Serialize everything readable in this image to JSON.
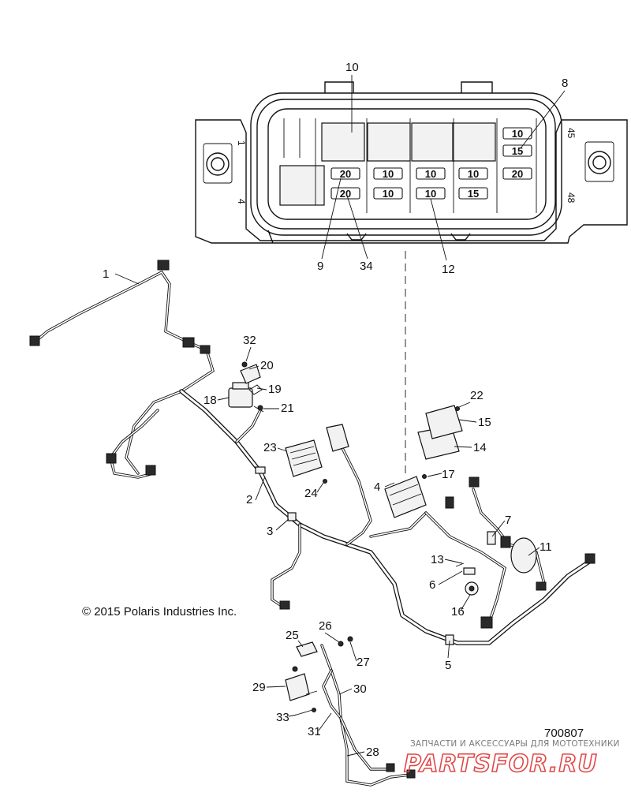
{
  "copyright": "© 2015 Polaris Industries Inc.",
  "diagram_number": "700807",
  "watermark": {
    "tagline": "ЗАПЧАСТИ И АКСЕССУАРЫ ДЛЯ МОТОТЕХНИКИ",
    "logo_text": "PARTSFOR.RU",
    "color": "#e04848"
  },
  "fuse_box": {
    "side_labels": [
      "1",
      "4",
      "45",
      "48"
    ],
    "fuse_ratings_row1": [
      "20",
      "10",
      "10",
      "10",
      "20"
    ],
    "fuse_ratings_row2": [
      "20",
      "10",
      "10",
      "15"
    ],
    "fuse_ratings_col": [
      "10",
      "15"
    ]
  },
  "callouts": [
    "1",
    "2",
    "3",
    "4",
    "5",
    "6",
    "7",
    "8",
    "9",
    "10",
    "11",
    "12",
    "13",
    "14",
    "15",
    "16",
    "17",
    "18",
    "19",
    "20",
    "21",
    "22",
    "23",
    "24",
    "25",
    "26",
    "27",
    "28",
    "29",
    "30",
    "31",
    "32",
    "33",
    "34"
  ]
}
